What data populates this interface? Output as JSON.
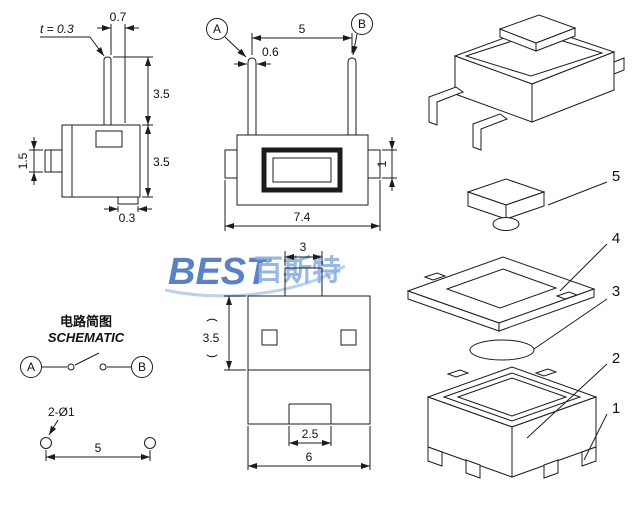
{
  "watermark": {
    "brand": "BEST",
    "brand_cn": "百斯特",
    "color": "#2f62be"
  },
  "side_view": {
    "thickness_label": "t = 0.3",
    "pin_offset": "0.7",
    "upper_height": "3.5",
    "body_height": "3.5",
    "button_height": "1.5",
    "foot_height": "0.3"
  },
  "front_view": {
    "terminal_a": "A",
    "terminal_b": "B",
    "pin_spacing": "5",
    "pin_width": "0.6",
    "tab_height": "1",
    "body_width": "7.4"
  },
  "top_view": {
    "stem_width": "3",
    "paren_open": "(",
    "height": "3.5",
    "paren_close": ")",
    "slot_width": "2.5",
    "body_width": "6"
  },
  "schematic": {
    "title_cn": "电路简图",
    "title_en": "SCHEMATIC",
    "terminal_a": "A",
    "terminal_b": "B"
  },
  "pin_holes": {
    "label": "2-Ø1",
    "spacing": "5"
  },
  "exploded_view": {
    "part_numbers": [
      "5",
      "4",
      "3",
      "2",
      "1"
    ]
  }
}
